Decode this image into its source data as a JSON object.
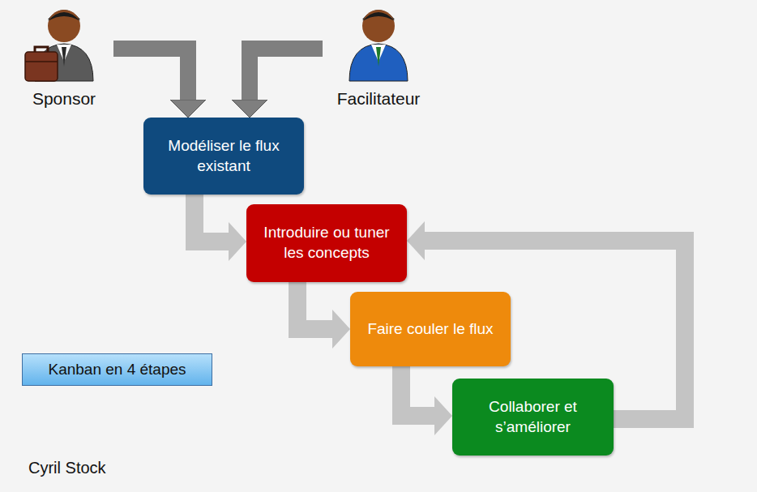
{
  "diagram": {
    "nodes": [
      {
        "text": [
          "Sponsor"
        ]
      },
      {
        "text": [
          "Facilitateur"
        ]
      },
      {
        "text": [
          "Modéliser le flux existant"
        ]
      },
      {
        "text": [
          "Introduire ou tuner les concepts"
        ]
      },
      {
        "text": [
          "Faire couler le flux"
        ]
      },
      {
        "text": [
          "Collaborer et s’améliorer"
        ]
      },
      {
        "text": [
          "Kanban en 4 étapes"
        ]
      }
    ],
    "edges": [
      {
        "from": 0,
        "to": 2,
        "arrow": "to"
      },
      {
        "from": 1,
        "to": 2,
        "arrow": "to"
      },
      {
        "from": 2,
        "to": 3,
        "arrow": "to"
      },
      {
        "from": 3,
        "to": 4,
        "arrow": "to"
      },
      {
        "from": 4,
        "to": 5,
        "arrow": "to"
      },
      {
        "from": 5,
        "to": 3,
        "arrow": "to"
      }
    ],
    "labels": [
      "Cyril Stock"
    ]
  }
}
